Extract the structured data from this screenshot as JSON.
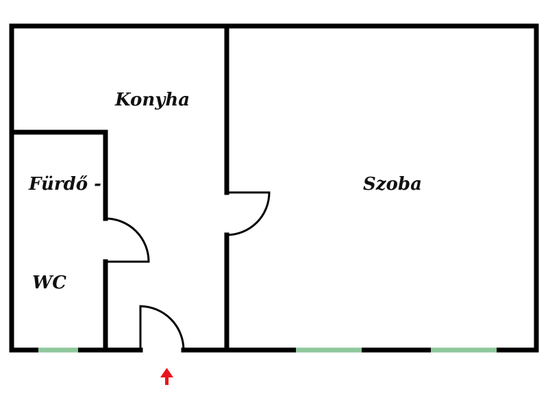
{
  "rooms": {
    "kitchen": "Konyha",
    "room": "Szoba",
    "bath_line1": "Fürdő -",
    "bath_line2": "WC"
  },
  "colors": {
    "wall": "#000000",
    "window": "#8fc79c",
    "entrance_arrow": "#e8161b",
    "background": "#ffffff"
  },
  "icons": {
    "entrance": "arrow-up-icon"
  }
}
